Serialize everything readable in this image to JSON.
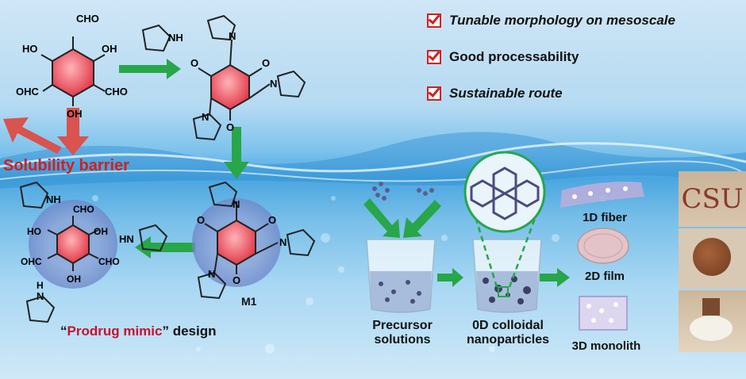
{
  "claims": [
    {
      "text": "Tunable morphology on mesoscale"
    },
    {
      "text": "Good processability"
    },
    {
      "text": "Sustainable route"
    }
  ],
  "labels": {
    "solubility_barrier": "Solubility barrier",
    "m1": "M1",
    "prodrug_prefix": "“",
    "prodrug_highlight": "Prodrug mimic",
    "prodrug_suffix": "” design",
    "precursor": "Precursor\nsolutions",
    "colloid": "0D colloidal\nnanoparticles",
    "fiber": "1D fiber",
    "film": "2D film",
    "monolith": "3D monolith",
    "photo_text": "CSU"
  },
  "chem": {
    "cho": "CHO",
    "oh": "OH",
    "ho": "HO",
    "ohc": "OHC",
    "o": "O",
    "n": "N",
    "nh": "NH",
    "hn": "HN",
    "h": "H"
  },
  "colors": {
    "arrow_green": "#27a64a",
    "arrow_red": "#d9534f",
    "ring_red": "#e8505b",
    "highlight_red": "#c8102e"
  }
}
